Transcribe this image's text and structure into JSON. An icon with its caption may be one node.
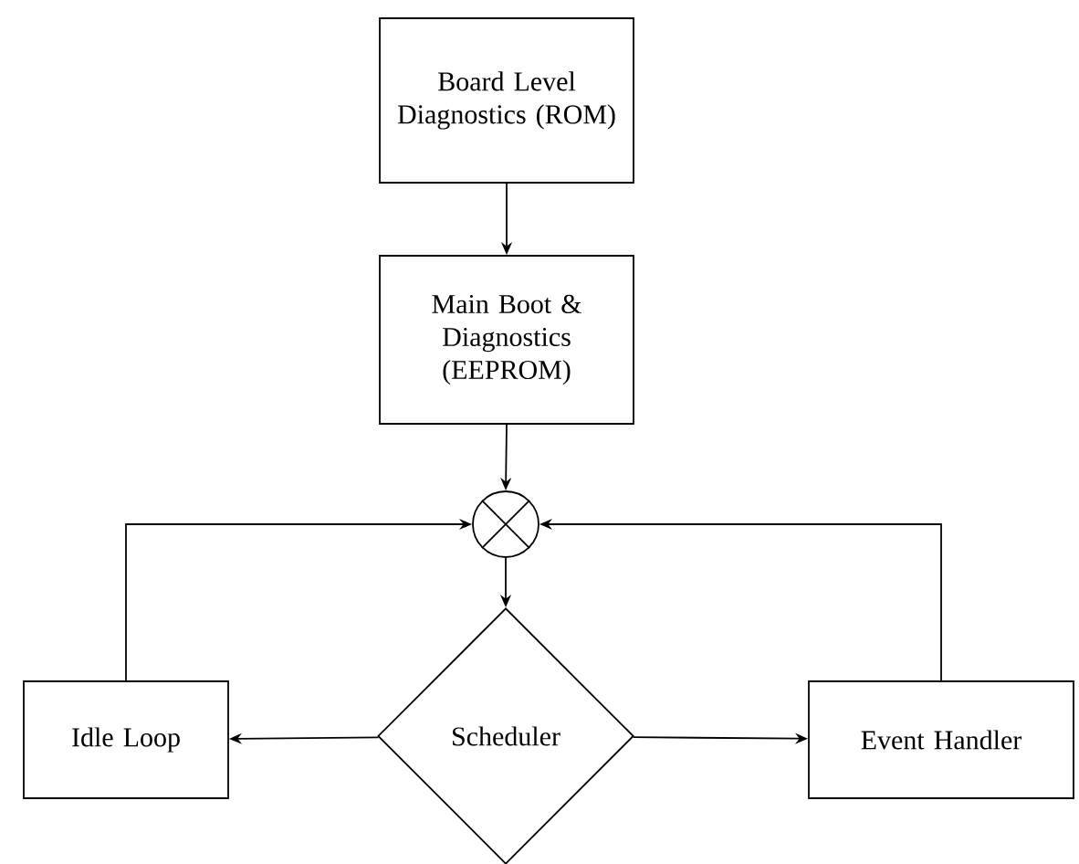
{
  "diagram": {
    "nodes": [
      {
        "text": [
          "Board Level Diagnostics (ROM)"
        ]
      },
      {
        "text": [
          "Main Boot & Diagnostics (EEPROM)"
        ]
      },
      {
        "text": [],
        "shape": "circle"
      },
      {
        "text": [
          "Idle Loop"
        ]
      },
      {
        "text": [
          "Scheduler"
        ]
      },
      {
        "text": [
          "Event Handler"
        ]
      }
    ],
    "edges": [
      {
        "from": 0,
        "to": 1,
        "arrow": "to"
      },
      {
        "from": 1,
        "to": 2,
        "arrow": "to"
      },
      {
        "from": 2,
        "to": 4,
        "arrow": "to"
      },
      {
        "from": 4,
        "to": 3,
        "arrow": "to"
      },
      {
        "from": 4,
        "to": 5,
        "arrow": "to"
      },
      {
        "from": 3,
        "to": 2,
        "arrow": "to"
      },
      {
        "from": 5,
        "to": 2,
        "arrow": "to"
      }
    ]
  }
}
